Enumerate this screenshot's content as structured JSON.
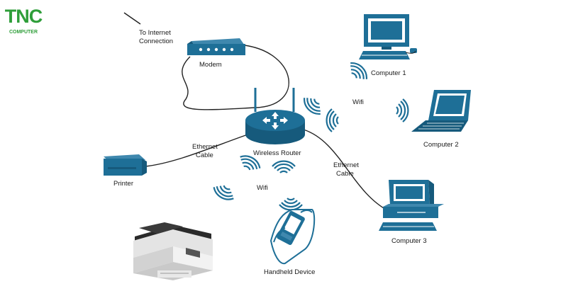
{
  "logo": {
    "main": "TNC",
    "sub": "COMPUTER",
    "color": "#2f9e3a"
  },
  "labels": {
    "internet": [
      "To Internet",
      "Connection"
    ],
    "modem": "Modem",
    "router": "Wireless Router",
    "computer1": "Computer 1",
    "computer2": "Computer 2",
    "computer3": "Computer 3",
    "printer": "Printer",
    "handheld": "Handheld Device",
    "wifi_top": "Wifi",
    "wifi_bottom": "Wifi",
    "ethernet_left": [
      "Ethernet",
      "Cable"
    ],
    "ethernet_right": [
      "Ethernet",
      "Cable"
    ]
  },
  "colors": {
    "device": "#1e6f97",
    "device_dark": "#165a7c",
    "accent": "#ffffff",
    "line": "#222222"
  }
}
